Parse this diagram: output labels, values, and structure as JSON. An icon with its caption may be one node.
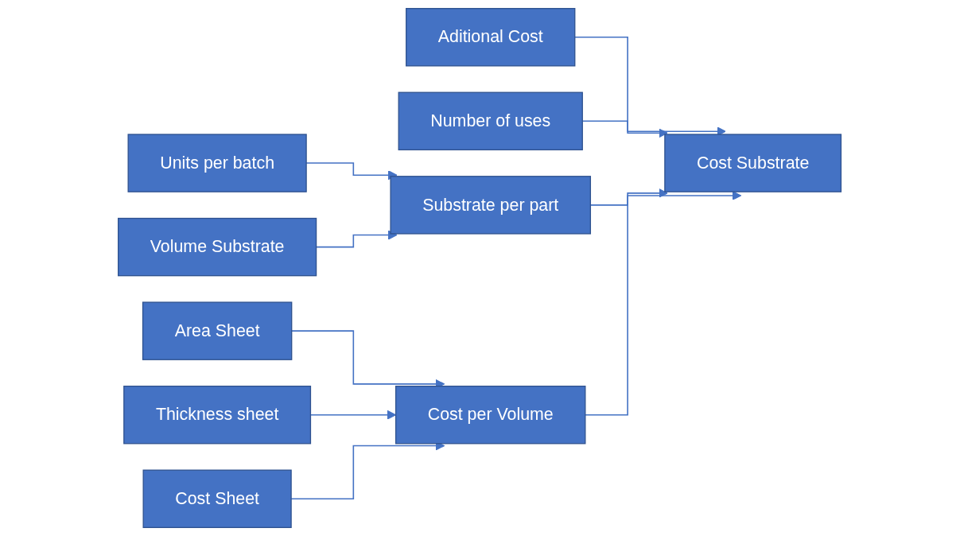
{
  "diagram": {
    "nodes": [
      {
        "text": [
          "Aditional Cost"
        ]
      },
      {
        "text": [
          "Number of uses"
        ]
      },
      {
        "text": [
          "Units per batch"
        ]
      },
      {
        "text": [
          "Volume Substrate"
        ]
      },
      {
        "text": [
          "Area Sheet"
        ]
      },
      {
        "text": [
          "Thickness sheet"
        ]
      },
      {
        "text": [
          "Cost Sheet"
        ]
      },
      {
        "text": [
          "Substrate per part"
        ]
      },
      {
        "text": [
          "Cost per Volume"
        ]
      },
      {
        "text": [
          "Cost Substrate"
        ]
      }
    ],
    "edges": [
      {
        "from": 0,
        "to": 9,
        "arrow": "to"
      },
      {
        "from": 1,
        "to": 9,
        "arrow": "to"
      },
      {
        "from": 2,
        "to": 7,
        "arrow": "to"
      },
      {
        "from": 3,
        "to": 7,
        "arrow": "to"
      },
      {
        "from": 7,
        "to": 9,
        "arrow": "to"
      },
      {
        "from": 4,
        "to": 8,
        "arrow": "to"
      },
      {
        "from": 5,
        "to": 8,
        "arrow": "to"
      },
      {
        "from": 6,
        "to": 8,
        "arrow": "to"
      },
      {
        "from": 8,
        "to": 9,
        "arrow": "to"
      }
    ]
  }
}
